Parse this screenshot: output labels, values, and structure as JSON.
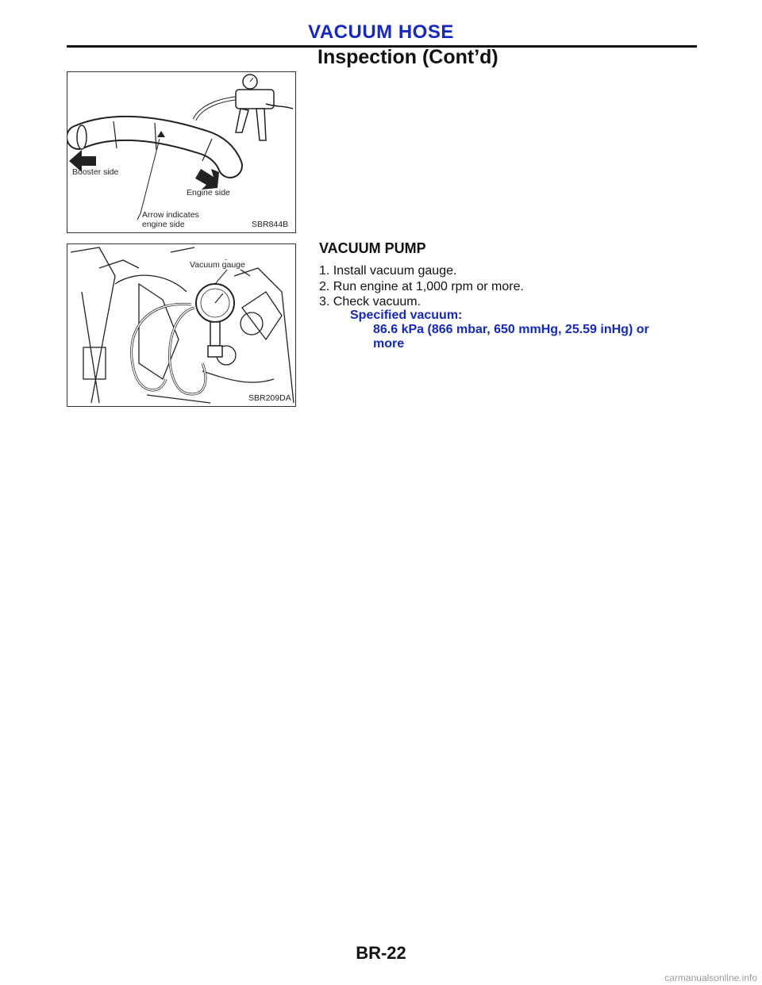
{
  "header": {
    "section_title": "VACUUM HOSE",
    "subtitle": "Inspection (Cont’d)"
  },
  "figure1": {
    "labels": {
      "booster_side": "Booster side",
      "engine_side": "Engine side",
      "arrow_line1": "Arrow indicates",
      "arrow_line2": "engine side"
    },
    "code": "SBR844B"
  },
  "figure2": {
    "labels": {
      "vacuum_gauge": "Vacuum gauge"
    },
    "code": "SBR209DA"
  },
  "procedure": {
    "heading": "VACUUM PUMP",
    "steps": [
      "1. Install vacuum gauge.",
      "2. Run engine at 1,000 rpm or more.",
      "3. Check vacuum."
    ],
    "spec_label": "Specified vacuum:",
    "spec_value_line1": "86.6 kPa (866 mbar, 650 mmHg, 25.59 inHg) or",
    "spec_value_line2": "more"
  },
  "footer": {
    "page_number": "BR-22"
  },
  "watermark": "carmanualsonline.info",
  "colors": {
    "accent_blue": "#1428c8",
    "text": "#111111"
  }
}
